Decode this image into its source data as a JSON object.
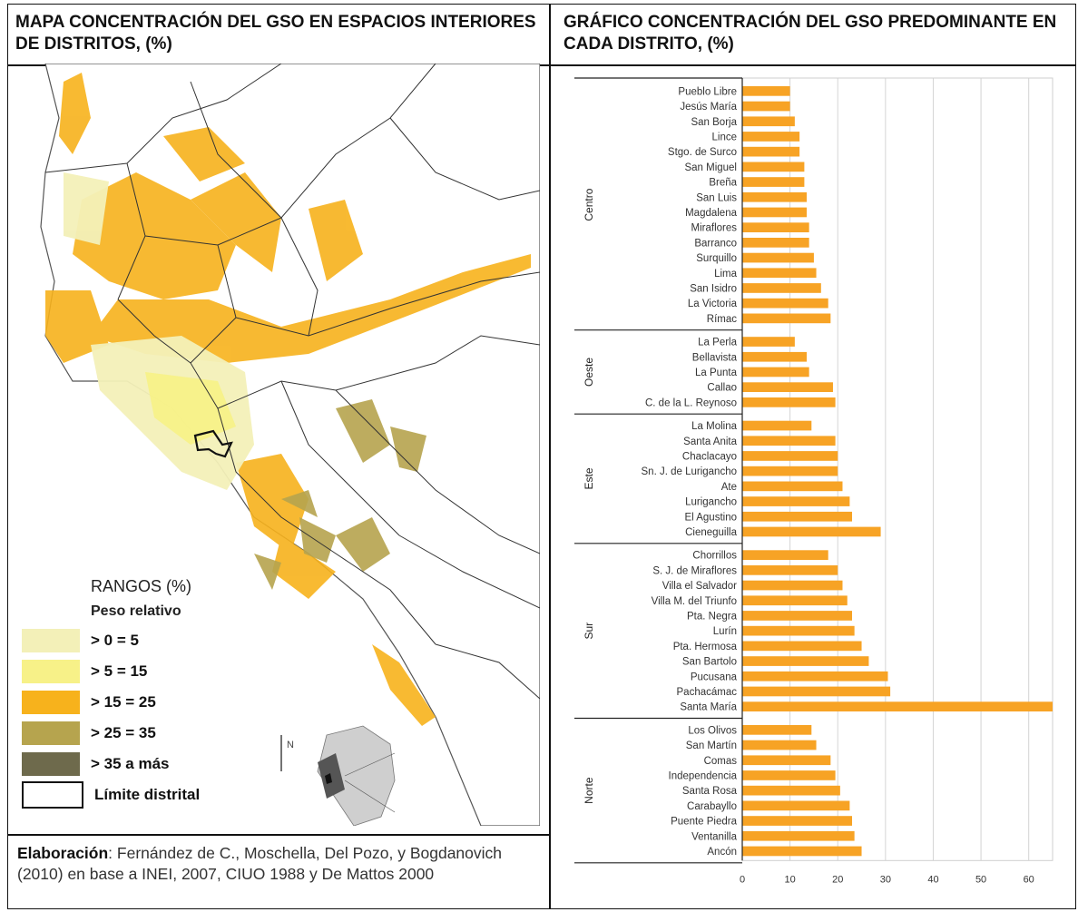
{
  "titles": {
    "map": "MAPA CONCENTRACIÓN DEL GSO EN ESPACIOS INTERIORES DE DISTRITOS, (%)",
    "chart": "GRÁFICO CONCENTRACIÓN DEL GSO PREDOMINANTE EN CADA DISTRITO, (%)"
  },
  "legend": {
    "title": "RANGOS  (%)",
    "subtitle": "Peso relativo",
    "items": [
      {
        "label": ">  0 = 5",
        "color": "#f3f0b8"
      },
      {
        "label": ">  5 = 15",
        "color": "#f7f188"
      },
      {
        "label": "> 15 = 25",
        "color": "#f7b21c"
      },
      {
        "label": "> 25 = 35",
        "color": "#b6a44e"
      },
      {
        "label": "> 35 a más",
        "color": "#6e6a4c"
      },
      {
        "label": "Límite distrital",
        "color": "#ffffff"
      }
    ]
  },
  "credit": {
    "label": "Elaboración",
    "text": ": Fernández de C., Moschella, Del Pozo, y Bogdanovich (2010) en base a INEI, 2007, CIUO 1988 y De Mattos 2000"
  },
  "map": {
    "north_symbol": "N",
    "colors": {
      "sea": "#ffffff",
      "land": "#ffffff",
      "boundary": "#333333",
      "orange": "#f7b21c",
      "olive": "#b6a44e",
      "pale": "#f3f0b8",
      "yellow": "#f7f188"
    }
  },
  "chart_data": {
    "type": "bar",
    "orientation": "horizontal",
    "bar_color": "#f7a325",
    "xlim": [
      0,
      65
    ],
    "xticks": [
      0,
      10,
      20,
      30,
      40,
      50,
      60
    ],
    "grid": true,
    "groups": [
      {
        "name": "Centro",
        "categories": [
          "Pueblo Libre",
          "Jesús María",
          "San Borja",
          "Lince",
          "Stgo. de Surco",
          "San Miguel",
          "Breña",
          "San Luis",
          "Magdalena",
          "Miraflores",
          "Barranco",
          "Surquillo",
          "Lima",
          "San Isidro",
          "La Victoria",
          "Rímac"
        ],
        "values": [
          10,
          10,
          11,
          12,
          12,
          13,
          13,
          13.5,
          13.5,
          14,
          14,
          15,
          15.5,
          16.5,
          18,
          18.5
        ]
      },
      {
        "name": "Oeste",
        "categories": [
          "La Perla",
          "Bellavista",
          "La Punta",
          "Callao",
          "C. de la L. Reynoso"
        ],
        "values": [
          11,
          13.5,
          14,
          19,
          19.5
        ]
      },
      {
        "name": "Este",
        "categories": [
          "La Molina",
          "Santa Anita",
          "Chaclacayo",
          "Sn. J. de Lurigancho",
          "Ate",
          "Lurigancho",
          "El Agustino",
          "Cieneguilla"
        ],
        "values": [
          14.5,
          19.5,
          20,
          20,
          21,
          22.5,
          23,
          29
        ]
      },
      {
        "name": "Sur",
        "categories": [
          "Chorrillos",
          "S. J. de Miraflores",
          "Villa el Salvador",
          "Villa M. del Triunfo",
          "Pta. Negra",
          "Lurín",
          "Pta. Hermosa",
          "San Bartolo",
          "Pucusana",
          "Pachacámac",
          "Santa María"
        ],
        "values": [
          18,
          20,
          21,
          22,
          23,
          23.5,
          25,
          26.5,
          30.5,
          31,
          65
        ]
      },
      {
        "name": "Norte",
        "categories": [
          "Los Olivos",
          "San Martín",
          "Comas",
          "Independencia",
          "Santa Rosa",
          "Carabayllo",
          "Puente Piedra",
          "Ventanilla",
          "Ancón"
        ],
        "values": [
          14.5,
          15.5,
          18.5,
          19.5,
          20.5,
          22.5,
          23,
          23.5,
          25
        ]
      }
    ]
  }
}
